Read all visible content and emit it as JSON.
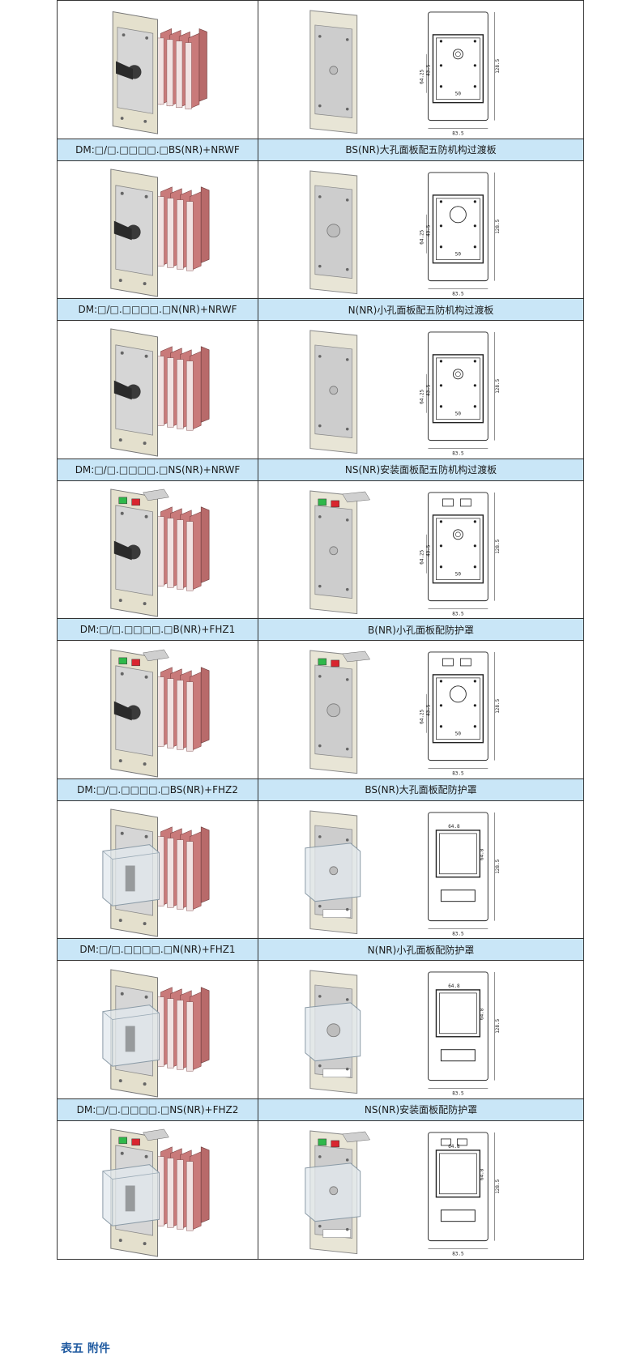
{
  "rows": [
    {
      "left": "DM:□/□.□□□□.□BS(NR)+NRWF",
      "right": "BS(NR)大孔面板配五防机构过渡板"
    },
    {
      "left": "DM:□/□.□□□□.□N(NR)+NRWF",
      "right": "N(NR)小孔面板配五防机构过渡板"
    },
    {
      "left": "DM:□/□.□□□□.□NS(NR)+NRWF",
      "right": "NS(NR)安装面板配五防机构过渡板"
    },
    {
      "left": "DM:□/□.□□□□.□B(NR)+FHZ1",
      "right": "B(NR)小孔面板配防护罩"
    },
    {
      "left": "DM:□/□.□□□□.□BS(NR)+FHZ2",
      "right": "BS(NR)大孔面板配防护罩"
    },
    {
      "left": "DM:□/□.□□□□.□N(NR)+FHZ1",
      "right": "N(NR)小孔面板配防护罩"
    },
    {
      "left": "DM:□/□.□□□□.□NS(NR)+FHZ2",
      "right": "NS(NR)安装面板配防护罩"
    }
  ],
  "dims": {
    "w": "83.5",
    "h": "128.5",
    "hole": "50",
    "v1": "64.25",
    "v2": "43.5",
    "cover": "64.8"
  },
  "caption": "表五 附件"
}
